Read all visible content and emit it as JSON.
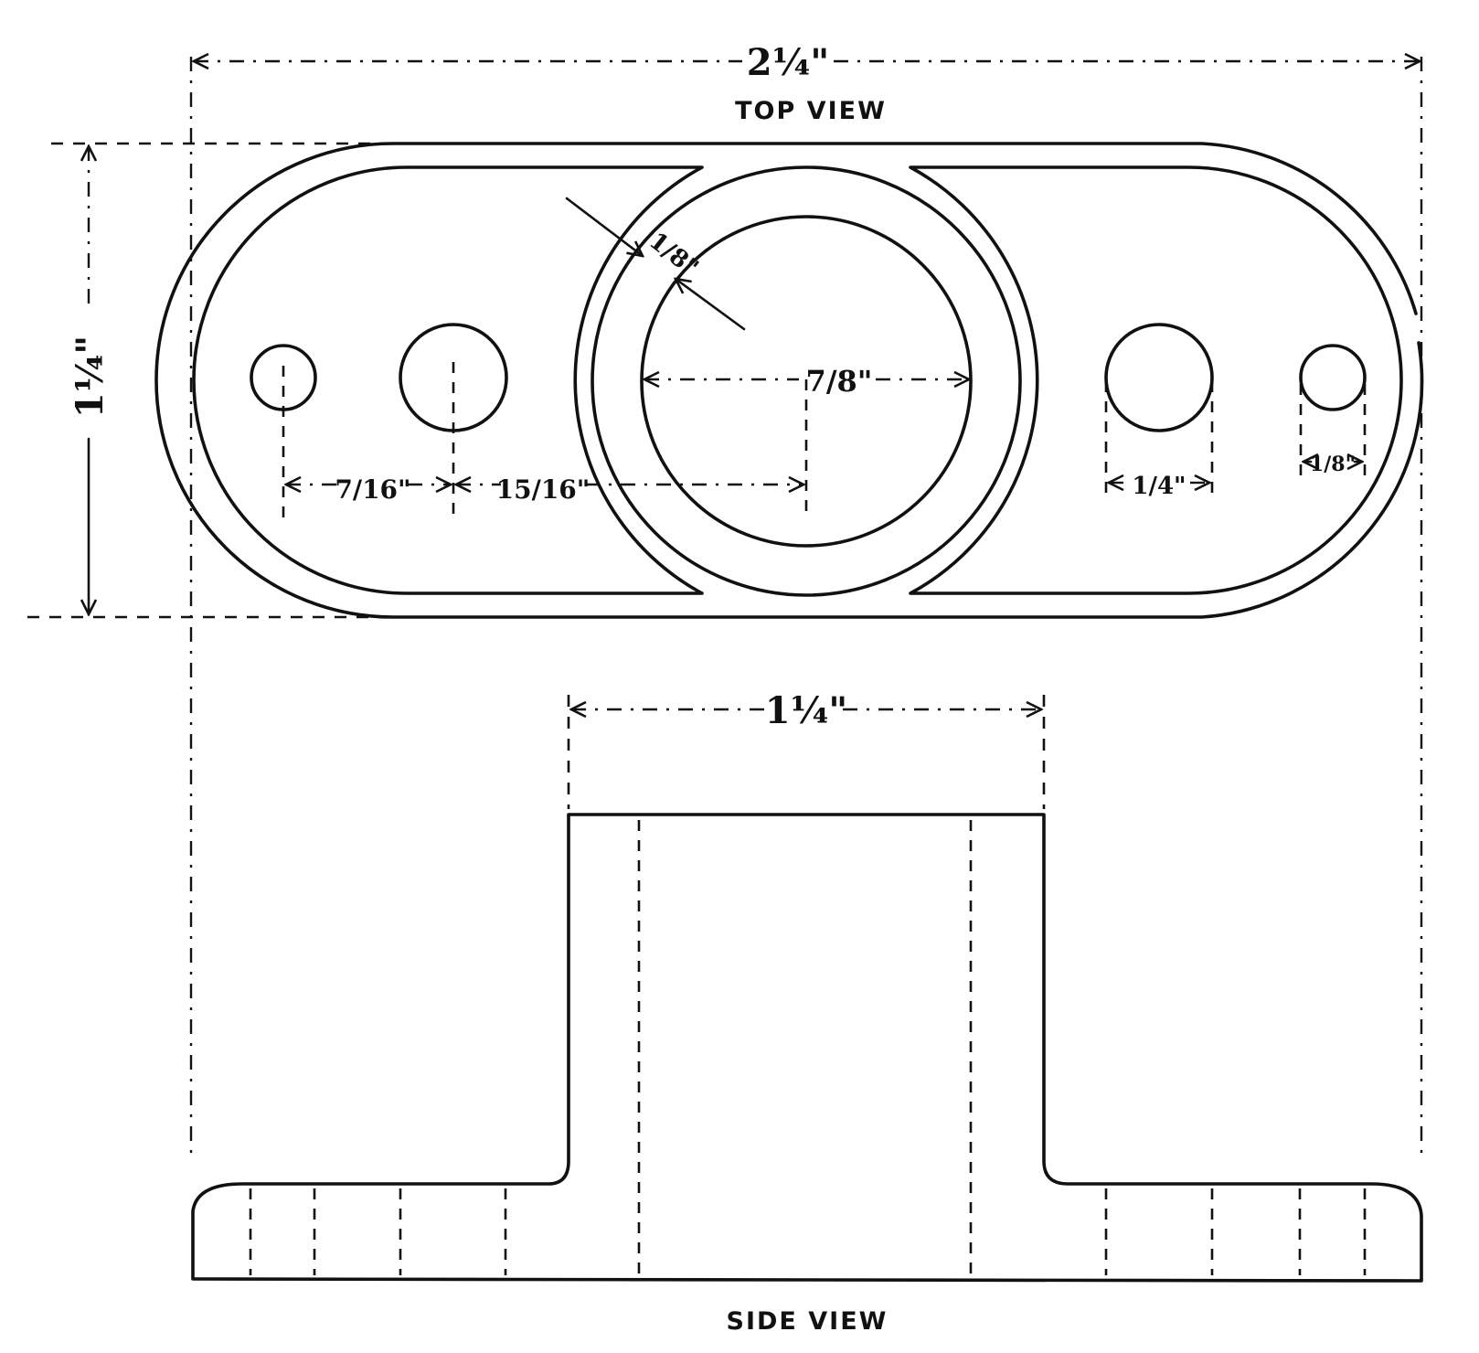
{
  "views": {
    "top_label": "TOP VIEW",
    "side_label": "SIDE VIEW"
  },
  "dimensions": {
    "overall_width": "2¼\"",
    "overall_depth": "1¼\"",
    "wall_thickness": "1/8\"",
    "bore_diameter": "7/8\"",
    "hole_spacing_1": "7/16\"",
    "hole_spacing_2": "15/16\"",
    "large_hole_diameter": "1/4\"",
    "small_hole_diameter": "1/8\"",
    "boss_width": "1¼\""
  }
}
